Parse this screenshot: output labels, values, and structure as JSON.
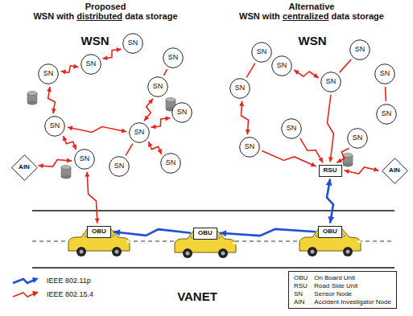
{
  "diagram": {
    "nodes": [
      {
        "text": [
          "Proposed WSN with distributed data storage",
          "WSN"
        ]
      },
      {
        "text": [
          "SN"
        ],
        "in": 0
      },
      {
        "text": [
          "SN"
        ],
        "in": 0
      },
      {
        "text": [
          "SN"
        ],
        "in": 0
      },
      {
        "text": [
          "SN"
        ],
        "in": 0
      },
      {
        "text": [
          "SN"
        ],
        "in": 0
      },
      {
        "text": [
          "SN"
        ],
        "in": 0
      },
      {
        "text": [
          "SN"
        ],
        "in": 0
      },
      {
        "text": [
          "SN"
        ],
        "in": 0
      },
      {
        "text": [
          "SN"
        ],
        "in": 0
      },
      {
        "text": [
          "SN"
        ],
        "in": 0
      },
      {
        "text": [
          "SN"
        ],
        "in": 0
      },
      {
        "text": [
          "AIN"
        ],
        "in": 0
      },
      {
        "text": [
          "Alternative WSN with centralized data storage",
          "WSN"
        ]
      },
      {
        "text": [
          "SN"
        ],
        "in": 13
      },
      {
        "text": [
          "SN"
        ],
        "in": 13
      },
      {
        "text": [
          "SN"
        ],
        "in": 13
      },
      {
        "text": [
          "SN"
        ],
        "in": 13
      },
      {
        "text": [
          "SN"
        ],
        "in": 13
      },
      {
        "text": [
          "SN"
        ],
        "in": 13
      },
      {
        "text": [
          "SN"
        ],
        "in": 13
      },
      {
        "text": [
          "SN"
        ],
        "in": 13
      },
      {
        "text": [
          "SN"
        ],
        "in": 13
      },
      {
        "text": [
          "SN"
        ],
        "in": 13
      },
      {
        "text": [
          "RSU"
        ],
        "in": 13
      },
      {
        "text": [
          "AIN"
        ],
        "in": 13
      },
      {
        "text": [
          "VANET"
        ]
      },
      {
        "text": [
          "OBU"
        ],
        "in": 26
      },
      {
        "text": [
          "OBU"
        ],
        "in": 26
      },
      {
        "text": [
          "OBU"
        ],
        "in": 26
      },
      {
        "text": [
          "OBU",
          "On Board Unit",
          "RSU",
          "Road Side Unit",
          "SN",
          "Sensor Node",
          "AIN",
          "Accident Investigator Node"
        ]
      }
    ],
    "edges": [
      {
        "from": 1,
        "to": 2,
        "arrow": "both"
      },
      {
        "from": 2,
        "to": 4,
        "arrow": "both"
      },
      {
        "from": 3,
        "to": 5,
        "arrow": "both"
      },
      {
        "from": 4,
        "to": 6,
        "arrow": "both"
      },
      {
        "from": 6,
        "to": 7,
        "arrow": "both"
      },
      {
        "from": 5,
        "to": 7,
        "arrow": "both"
      },
      {
        "from": 7,
        "to": 8,
        "arrow": "both"
      },
      {
        "from": 7,
        "to": 11,
        "arrow": "both"
      },
      {
        "from": 7,
        "to": 10,
        "arrow": "both"
      },
      {
        "from": 9,
        "to": 6,
        "arrow": "both"
      },
      {
        "from": 12,
        "to": 9,
        "arrow": "both"
      },
      {
        "from": 9,
        "to": 27,
        "arrow": "both"
      },
      {
        "from": 14,
        "to": 18,
        "arrow": "both"
      },
      {
        "from": 15,
        "to": 19,
        "arrow": "both"
      },
      {
        "from": 16,
        "to": 19,
        "arrow": "both"
      },
      {
        "from": 17,
        "to": 20,
        "arrow": "both"
      },
      {
        "from": 18,
        "to": 21,
        "arrow": "both"
      },
      {
        "from": 22,
        "to": 24,
        "arrow": "to"
      },
      {
        "from": 19,
        "to": 24,
        "arrow": "to"
      },
      {
        "from": 23,
        "to": 24,
        "arrow": "to"
      },
      {
        "from": 21,
        "to": 24,
        "arrow": "to"
      },
      {
        "from": 24,
        "to": 25,
        "arrow": "both"
      },
      {
        "from": 24,
        "to": 29,
        "arrow": "both"
      },
      {
        "from": 28,
        "to": 27,
        "arrow": "to"
      },
      {
        "from": 29,
        "to": 28,
        "arrow": "to"
      }
    ],
    "legend": [
      {
        "text": "IEEE 802.11p",
        "color": "#1f4fd8"
      },
      {
        "text": "IEEE 802.15.4",
        "color": "#e2261c"
      }
    ]
  }
}
